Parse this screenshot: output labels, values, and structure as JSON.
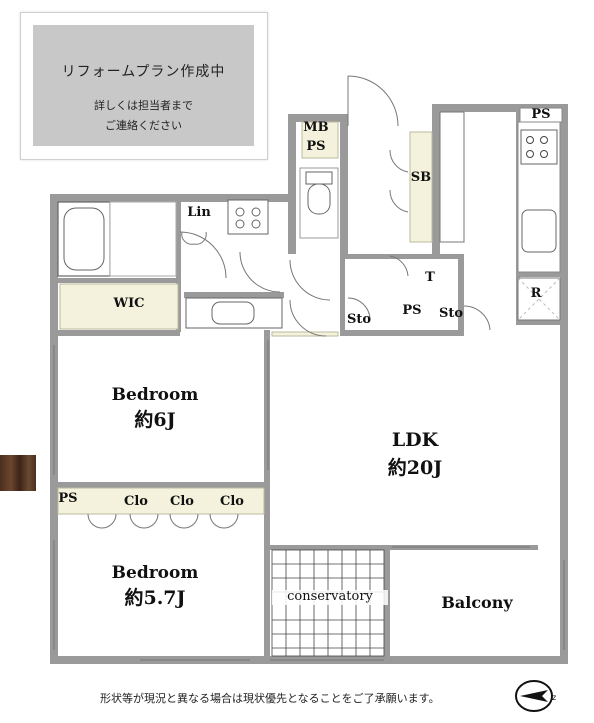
{
  "notice": {
    "title": "リフォームプラン作成中",
    "line1": "詳しくは担当者まで",
    "line2": "ご連絡ください"
  },
  "rooms": {
    "bedroom1": {
      "name": "Bedroom",
      "size": "約6J"
    },
    "bedroom2": {
      "name": "Bedroom",
      "size": "約5.7J"
    },
    "ldk": {
      "name": "LDK",
      "size": "約20J"
    },
    "conservatory": {
      "name": "conservatory"
    },
    "balcony": {
      "name": "Balcony"
    }
  },
  "labels": {
    "lin": "Lin",
    "wic": "WIC",
    "mbps_top": "MB",
    "mbps_bottom": "PS",
    "sb": "SB",
    "t": "T",
    "sto1": "Sto",
    "sto2": "Sto",
    "ps_mid": "PS",
    "ps_top_right": "PS",
    "ps_left": "PS",
    "r": "R",
    "clo1": "Clo",
    "clo2": "Clo",
    "clo3": "Clo"
  },
  "footer": {
    "note": "形状等が現況と異なる場合は現状優先となることをご了承願います。"
  },
  "colors": {
    "wall": "#9a9a9a",
    "storage": "#f4f2dc",
    "notice_bg": "#c8c8c8",
    "wood": "#4a2e1d"
  },
  "icons": [
    "north-compass-icon",
    "bathtub-icon",
    "toilet-icon",
    "stove-icon",
    "sink-icon",
    "washbasin-icon",
    "washer-pan-icon"
  ]
}
